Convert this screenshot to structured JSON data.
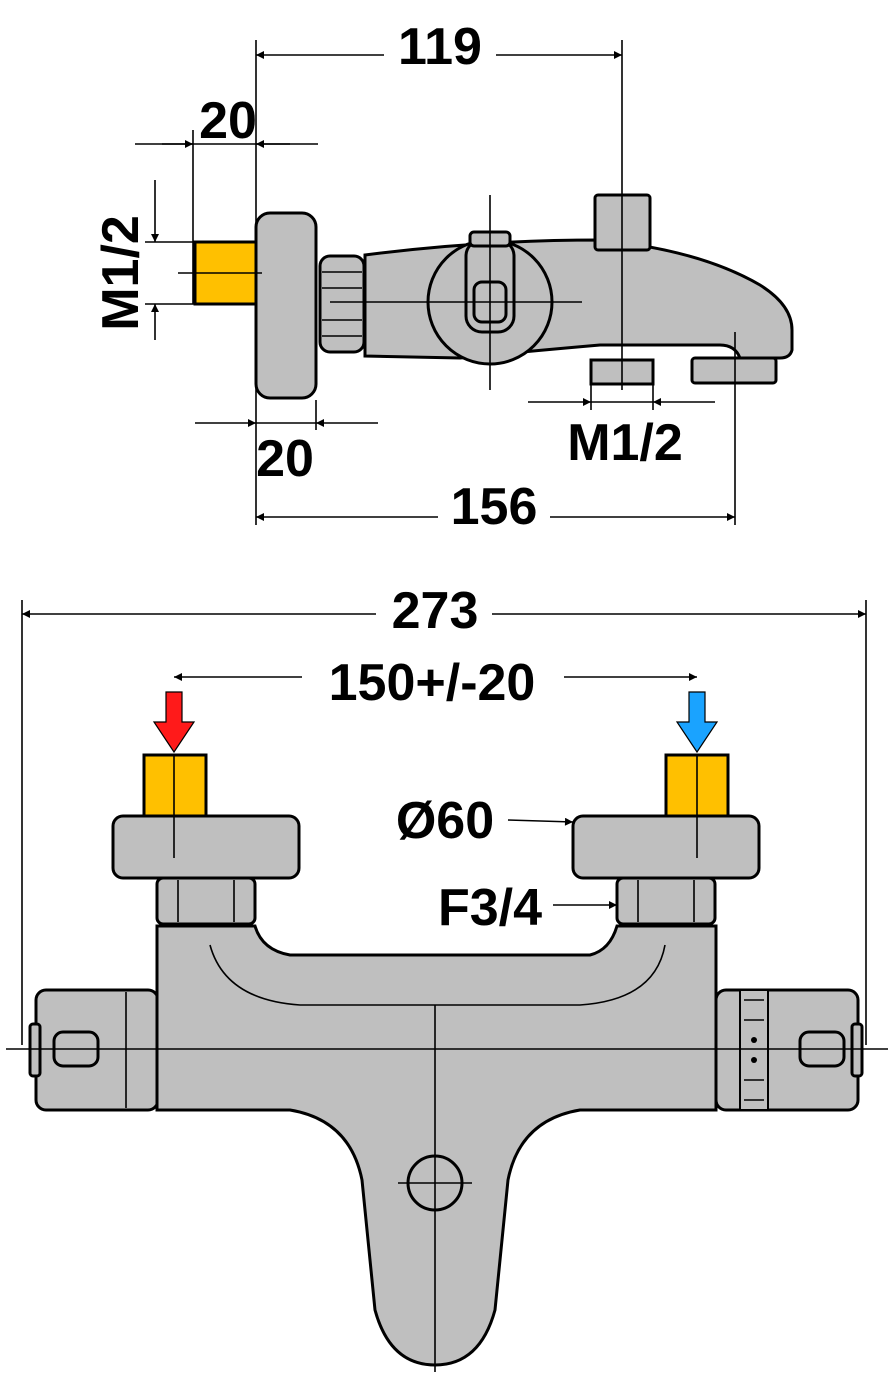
{
  "side_view": {
    "dim_top": "119",
    "dim_left_top": "20",
    "dim_thread_left": "M1/2",
    "dim_left_bottom": "20",
    "dim_thread_outlet": "M1/2",
    "dim_bottom": "156"
  },
  "front_view": {
    "dim_overall": "273",
    "dim_centers": "150+/-20",
    "dim_flange": "Ø60",
    "dim_thread_inlet": "F3/4"
  },
  "colors": {
    "hot_inlet": "#ff1a1a",
    "cold_inlet": "#1aa3ff",
    "connector": "#ffc000",
    "body": "#bfbfbf"
  }
}
